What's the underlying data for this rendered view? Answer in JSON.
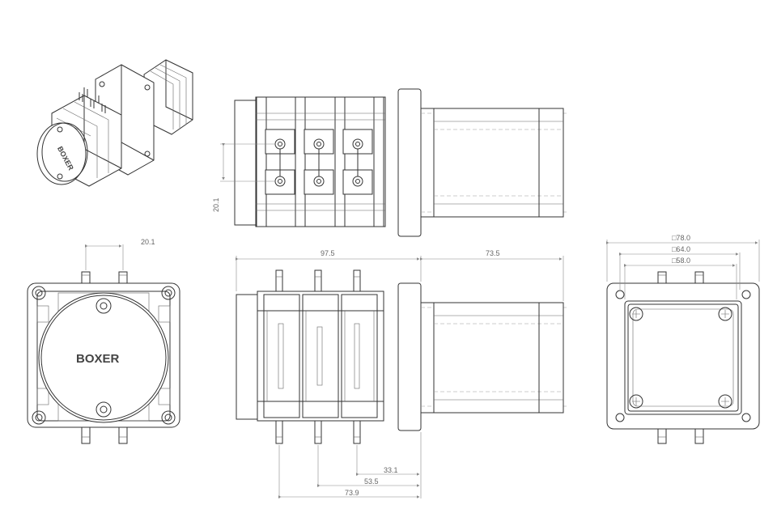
{
  "brand": "BOXER",
  "dimensions": {
    "height_port_pitch": "20.1",
    "front_port_pitch": "20.1",
    "head_length": "97.5",
    "motor_length": "73.5",
    "flange_outer": "□78.0",
    "flange_mid": "□64.0",
    "flange_inner": "□58.0",
    "port_offset_1": "33.1",
    "port_offset_2": "53.5",
    "port_offset_3": "73.9"
  }
}
